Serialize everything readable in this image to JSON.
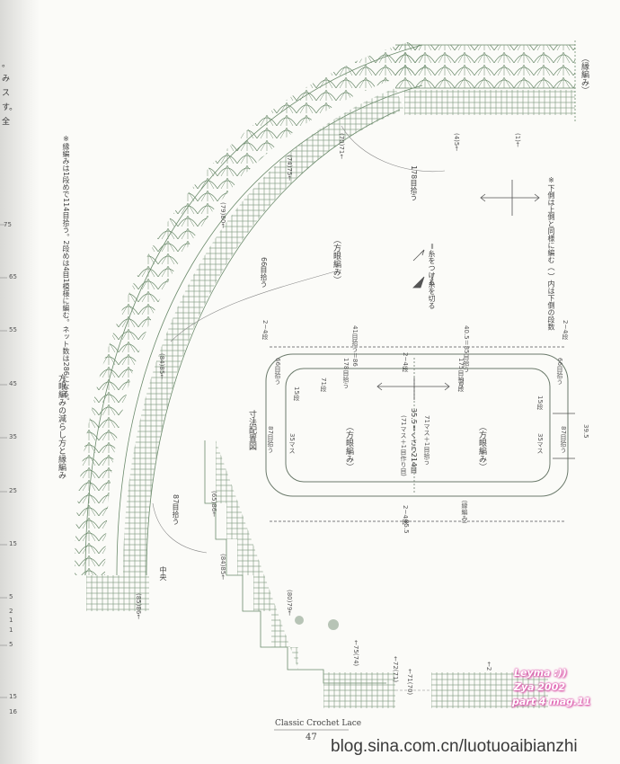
{
  "left_margin_text": [
    "。",
    "み",
    "ス",
    "す。",
    "全"
  ],
  "ruler_ticks": [
    "75",
    "65",
    "55",
    "45",
    "35",
    "25",
    "15",
    "5",
    "2",
    "1",
    "1",
    "5",
    "15",
    "16"
  ],
  "notes": {
    "edge_note": "※縁編みは1段めで114目拾う。2段めは4目1模様に編む。ネット数は286になる。",
    "lower_note": "※下側は上側と同様に編む（ ）内は下側の段数",
    "left_column_title": "方眼編みの減らし方と縁編み",
    "edging_label": "（縁編み）",
    "filet_label": "（方眼編み）",
    "join_label": "＝糸をつける",
    "cut_label": "＝糸を切る",
    "pickup_66": "66目拾う",
    "pickup_178": "178目拾う",
    "pickup_87": "87目拾う",
    "center_label": "中央",
    "size_title": "寸法配置図"
  },
  "row_labels": [
    "(70)71←",
    "(74)75←",
    "(79)80←",
    "(84)85←",
    "(85)86←",
    "(84)85←",
    "(80)79←",
    "←75(74)",
    "←72(71)",
    "←71(70)",
    "←2",
    "(65)86←",
    "(4)5←",
    "(1)←"
  ],
  "size_diagram": {
    "top_left_rows": "2~4段",
    "top_right_rows": "2~4段",
    "top_66_left": "66目拾う",
    "top_66_right": "66目拾う",
    "mid_41": "41目拾う＝86",
    "mid_40_5": "40.5＝85目拾う",
    "left_178": "178目拾う",
    "right_175": "175目拾う",
    "left_71_rows": "71段",
    "right_70_rows": "70段",
    "center_rows": "2~4段",
    "left_filet": "（方眼編み）",
    "right_filet": "（方眼編み）",
    "left_35": "35マス",
    "right_35": "35マス",
    "left_15": "15段",
    "right_15": "15段",
    "left_87": "87目拾う",
    "right_87": "87目拾う",
    "center_total": "35.5＝くさり214目",
    "center_sub1": "(71マス＋1目作り目)",
    "center_sub2": "71マス＋1目拾う",
    "bottom_rows": "2~4段",
    "edging_small": "（縁編み）",
    "width_total": "85.5",
    "right_39_5": "39.5"
  },
  "footer": {
    "book_title": "Classic Crochet Lace",
    "page_number": "47",
    "watermark_1": "Leyma :))",
    "watermark_2": "Zya 2002",
    "watermark_3": "part 4 mag.11",
    "blog_url": "blog.sina.com.cn/luotuoaibianzhi"
  },
  "colors": {
    "stitch": "#5a7a5a",
    "line": "#7d8a7d",
    "text": "#3a3a3a",
    "watermark": "#e05ab0"
  }
}
